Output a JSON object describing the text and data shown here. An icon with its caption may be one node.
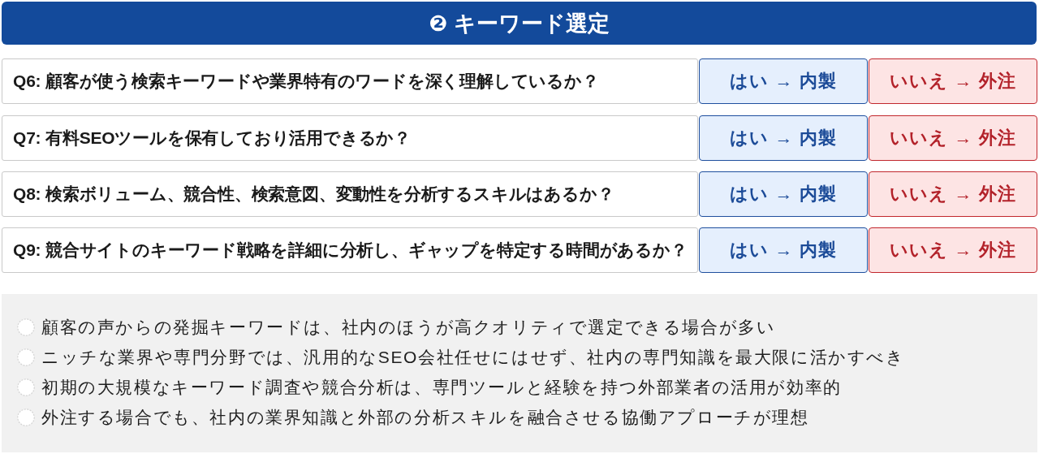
{
  "diagram": {
    "title": "❷ キーワード選定",
    "nodes": [
      {
        "text": [
          "Q6: 顧客が使う検索キーワードや業界特有のワードを深く理解しているか？"
        ]
      },
      {
        "text": [
          "はい → 内製"
        ]
      },
      {
        "text": [
          "いいえ → 外注"
        ]
      },
      {
        "text": [
          "Q7: 有料SEOツールを保有しており活用できるか？"
        ]
      },
      {
        "text": [
          "はい → 内製"
        ]
      },
      {
        "text": [
          "いいえ → 外注"
        ]
      },
      {
        "text": [
          "Q8: 検索ボリューム、競合性、検索意図、変動性を分析するスキルはあるか？"
        ]
      },
      {
        "text": [
          "はい → 内製"
        ]
      },
      {
        "text": [
          "いいえ → 外注"
        ]
      },
      {
        "text": [
          "Q9: 競合サイトのキーワード戦略を詳細に分析し、ギャップを特定する時間があるか？"
        ]
      },
      {
        "text": [
          "はい → 内製"
        ]
      },
      {
        "text": [
          "いいえ → 外注"
        ]
      },
      {
        "text": [
          "顧客の声からの発掘キーワードは、社内のほうが高クオリティで選定できる場合が多い",
          "ニッチな業界や専門分野では、汎用的なSEO会社任せにはせず、社内の専門知識を最大限に活かすべき",
          "初期の大規模なキーワード調査や競合分析は、専門ツールと経験を持つ外部業者の活用が効率的",
          "外注する場合でも、社内の業界知識と外部の分析スキルを融合させる協働アプローチが理想"
        ]
      }
    ]
  }
}
